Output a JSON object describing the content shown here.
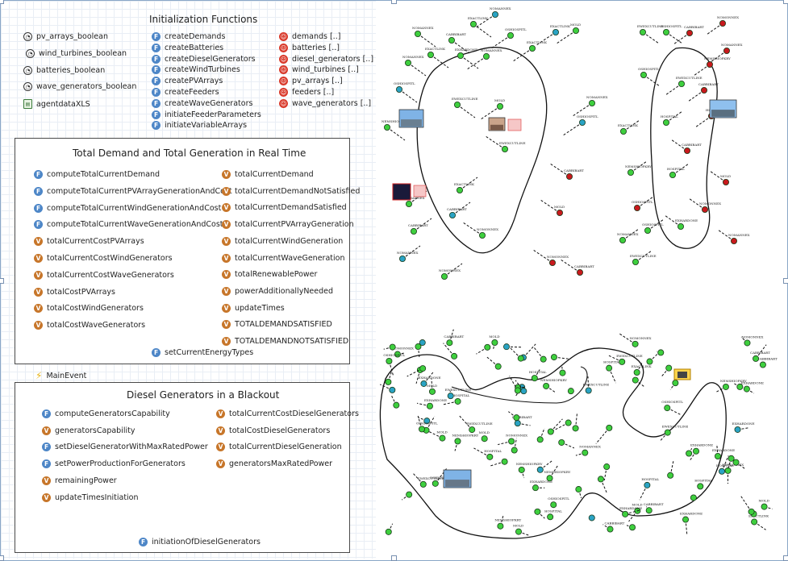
{
  "init": {
    "title": "Initialization Functions",
    "params": [
      {
        "label": "pv_arrays_boolean",
        "icon": "parameter-icon"
      },
      {
        "label": "wind_turbines_boolean",
        "icon": "parameter-icon"
      },
      {
        "label": "batteries_boolean",
        "icon": "parameter-icon"
      },
      {
        "label": "wave_generators_boolean",
        "icon": "parameter-icon"
      },
      {
        "label": "agentdataXLS",
        "icon": "excel-file-icon"
      }
    ],
    "functions": [
      "createDemands",
      "createBatteries",
      "createDieselGenerators",
      "createWindTurbines",
      "createPVArrays",
      "createFeeders",
      "createWaveGenerators",
      "initiateFeederParameters",
      "initiateVariableArrays"
    ],
    "populations": [
      "demands [..]",
      "batteries [..]",
      "diesel_generators [..]",
      "wind_turbines [..]",
      "pv_arrays [..]",
      "feeders [..]",
      "wave_generators [..]"
    ]
  },
  "totals": {
    "title": "Total Demand and Total Generation in Real Time",
    "left": [
      {
        "t": "f",
        "label": "computeTotalCurrentDemand"
      },
      {
        "t": "f",
        "label": "computeTotalCurrentPVArrayGenerationAndCost"
      },
      {
        "t": "f",
        "label": "computeTotalCurrentWindGenerationAndCost"
      },
      {
        "t": "f",
        "label": "computeTotalCurrentWaveGenerationAndCost"
      },
      {
        "t": "v",
        "label": "totalCurrentCostPVArrays"
      },
      {
        "t": "v",
        "label": "totalCurrentCostWindGenerators"
      },
      {
        "t": "v",
        "label": "totalCurrentCostWaveGenerators"
      },
      {
        "t": "v",
        "label": "totalCostPVArrays"
      },
      {
        "t": "v",
        "label": "totalCostWindGenerators"
      },
      {
        "t": "v",
        "label": "totalCostWaveGenerators"
      }
    ],
    "right": [
      {
        "t": "v",
        "label": "totalCurrentDemand"
      },
      {
        "t": "v",
        "label": "totalCurrentDemandNotSatisfied"
      },
      {
        "t": "v",
        "label": "totalCurrentDemandSatisfied"
      },
      {
        "t": "v",
        "label": "totalCurrentPVArrayGeneration"
      },
      {
        "t": "v",
        "label": "totalCurrentWindGeneration"
      },
      {
        "t": "v",
        "label": "totalCurrentWaveGeneration"
      },
      {
        "t": "v",
        "label": "totalRenewablePower"
      },
      {
        "t": "v",
        "label": "powerAdditionallyNeeded"
      },
      {
        "t": "v",
        "label": "updateTimes"
      },
      {
        "t": "v",
        "label": "TOTALDEMANDSATISFIED"
      },
      {
        "t": "v",
        "label": "TOTALDEMANDNOTSATISFIED"
      }
    ],
    "bottom_fn": "setCurrentEnergyTypes"
  },
  "main_event": "MainEvent",
  "diesel": {
    "title": "Diesel Generators in a Blackout",
    "left": [
      {
        "t": "f",
        "label": "computeGeneratorsCapability"
      },
      {
        "t": "v",
        "label": "generatorsCapability"
      },
      {
        "t": "f",
        "label": "setDieselGeneratorWithMaxRatedPower"
      },
      {
        "t": "f",
        "label": "setPowerProductionForGenerators"
      },
      {
        "t": "v",
        "label": "remainingPower"
      },
      {
        "t": "v",
        "label": "updateTimesInitiation"
      }
    ],
    "right": [
      {
        "t": "v",
        "label": "totalCurrentCostDieselGenerators"
      },
      {
        "t": "v",
        "label": "totalCostDieselGenerators"
      },
      {
        "t": "v",
        "label": "totalCurrentDieselGeneration"
      },
      {
        "t": "v",
        "label": "generatorsMaxRatedPower"
      }
    ],
    "bottom_fn": "initiationOfDieselGenerators"
  },
  "node_labels": {
    "mold": "MOLD",
    "cabbibart": "CABBIBART",
    "oshiospitl": "OSHIOSPITL",
    "hospital": "HOSPITAL",
    "nomannex": "NOMANNEX",
    "exactlink": "EXACTLINK",
    "ewexcutline": "EWEXCUTLINE",
    "nemshiopkry": "NEMSHIOPKRY",
    "exhardone": "EXHARDONE",
    "nomonnex": "NOMONNEX"
  },
  "colors": {
    "green": "#3ecf3e",
    "cyan": "#2aa3c4",
    "red": "#c8191d",
    "border": "#4a4a4a",
    "accent": "#4d86c7"
  }
}
